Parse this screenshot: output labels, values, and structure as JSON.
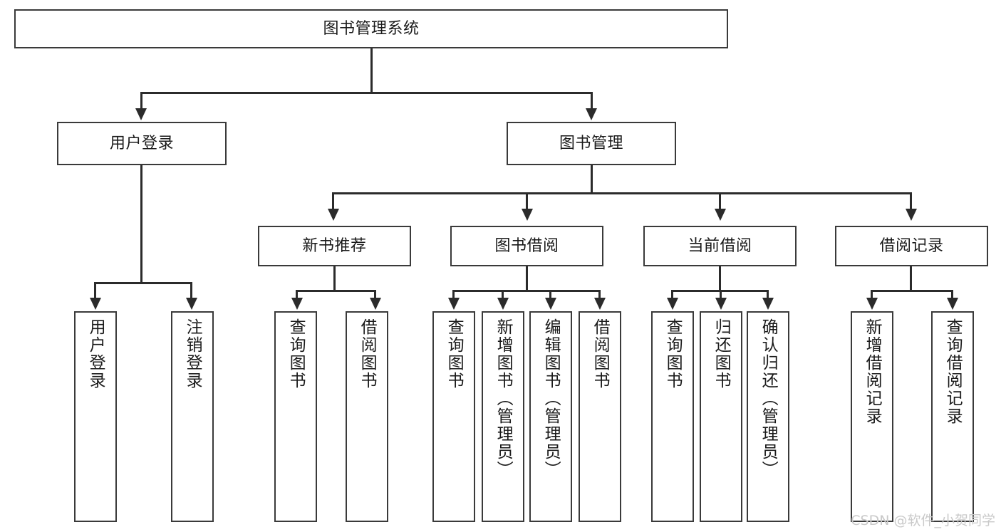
{
  "diagram": {
    "title": "图书管理系统",
    "type": "tree-hierarchy-chart",
    "root": {
      "label": "图书管理系统"
    },
    "level2": [
      {
        "label": "用户登录"
      },
      {
        "label": "图书管理"
      }
    ],
    "level3": [
      {
        "label": "新书推荐"
      },
      {
        "label": "图书借阅"
      },
      {
        "label": "当前借阅"
      },
      {
        "label": "借阅记录"
      }
    ],
    "leaves": {
      "user_login": [
        {
          "label": "用户登录"
        },
        {
          "label": "注销登录"
        }
      ],
      "new_book_recommend": [
        {
          "label": "查询图书"
        },
        {
          "label": "借阅图书"
        }
      ],
      "book_borrow": [
        {
          "label": "查询图书"
        },
        {
          "label": "新增图书（管理员）"
        },
        {
          "label": "编辑图书（管理员）"
        },
        {
          "label": "借阅图书"
        }
      ],
      "current_borrow": [
        {
          "label": "查询图书"
        },
        {
          "label": "归还图书"
        },
        {
          "label": "确认归还（管理员）"
        }
      ],
      "borrow_record": [
        {
          "label": "新增借阅记录"
        },
        {
          "label": "查询借阅记录"
        }
      ]
    }
  },
  "watermark": {
    "text": "CSDN @软件_小贺同学"
  },
  "colors": {
    "box_border": "#3a3a3a",
    "line": "#2b2b2b",
    "text": "#1a1a1a",
    "background": "#ffffff",
    "watermark": "#c9c9c9"
  }
}
